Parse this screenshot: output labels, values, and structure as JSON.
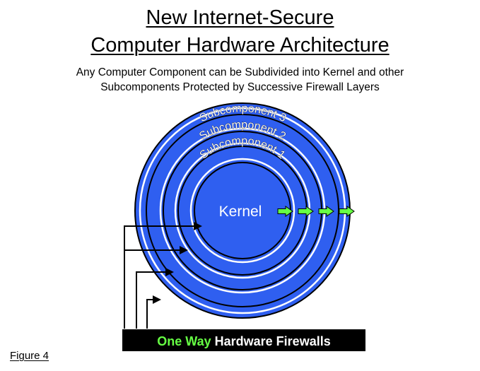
{
  "title_lines": [
    "New Internet-Secure",
    "Computer Hardware Architecture"
  ],
  "subtitle_lines": [
    "Any Computer Component can be Subdivided into Kernel and other",
    "Subcomponents Protected by Successive Firewall Layers"
  ],
  "diagram": {
    "center_label": "Kernel",
    "ring_labels": [
      "Subcomponent  3",
      "Subcomponent  2",
      "Subcomponent 1"
    ],
    "firewall_prefix": "One Way",
    "firewall_suffix": " Hardware Firewalls"
  },
  "figure_label": "Figure 4",
  "colors": {
    "ring_fill": "#2f5ff0",
    "ring_stroke": "#000000",
    "inner_line": "#ffffff",
    "arrow_fill": "#66ff44",
    "label_green": "#66ff44",
    "banner_bg": "#000000",
    "banner_text": "#ffffff"
  }
}
